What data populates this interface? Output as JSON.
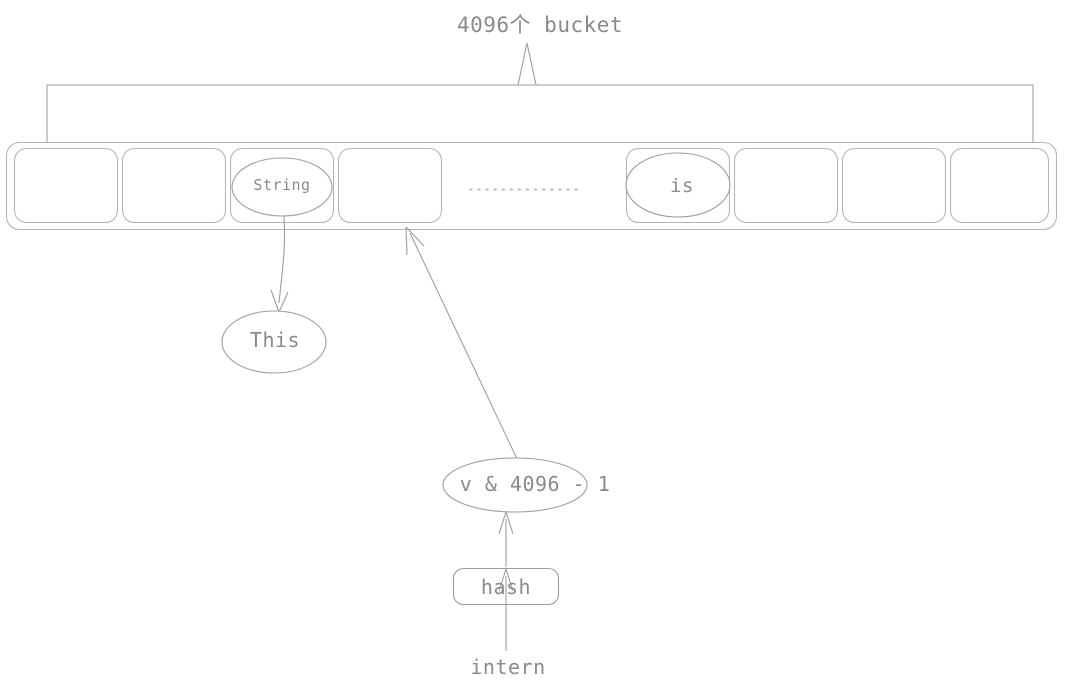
{
  "diagram": {
    "title": "4096个 bucket",
    "title_count": "4096",
    "title_cjk": "个",
    "title_word": " bucket",
    "stroke_color": "#9e9e9e",
    "text_color": "#8a8a8a",
    "background": "#ffffff",
    "bucket_array": {
      "name": "bucket-array",
      "ellipsis": "..............",
      "cells": [
        {
          "index": 0,
          "label": ""
        },
        {
          "index": 1,
          "label": ""
        },
        {
          "index": 2,
          "label": "String"
        },
        {
          "index": 3,
          "label": ""
        },
        {
          "index": 4,
          "label": "is"
        },
        {
          "index": 5,
          "label": ""
        },
        {
          "index": 6,
          "label": ""
        },
        {
          "index": 7,
          "label": ""
        }
      ]
    },
    "nodes": {
      "string_entry": "String",
      "is_entry": "is",
      "this_node": "This",
      "expr_node": "v & 4096 - 1",
      "expr_ellipse_text": "v & 4096",
      "expr_tail_text": "- 1",
      "hash_node": "hash",
      "intern_node": "intern"
    },
    "edges": [
      {
        "from": "String",
        "to": "This"
      },
      {
        "from": "v & 4096 - 1",
        "to": "bucket-cell-3"
      },
      {
        "from": "hash",
        "to": "v & 4096 - 1"
      },
      {
        "from": "intern",
        "to": "hash"
      },
      {
        "from": "bucket-array-brace",
        "to": "4096个 bucket"
      }
    ]
  }
}
